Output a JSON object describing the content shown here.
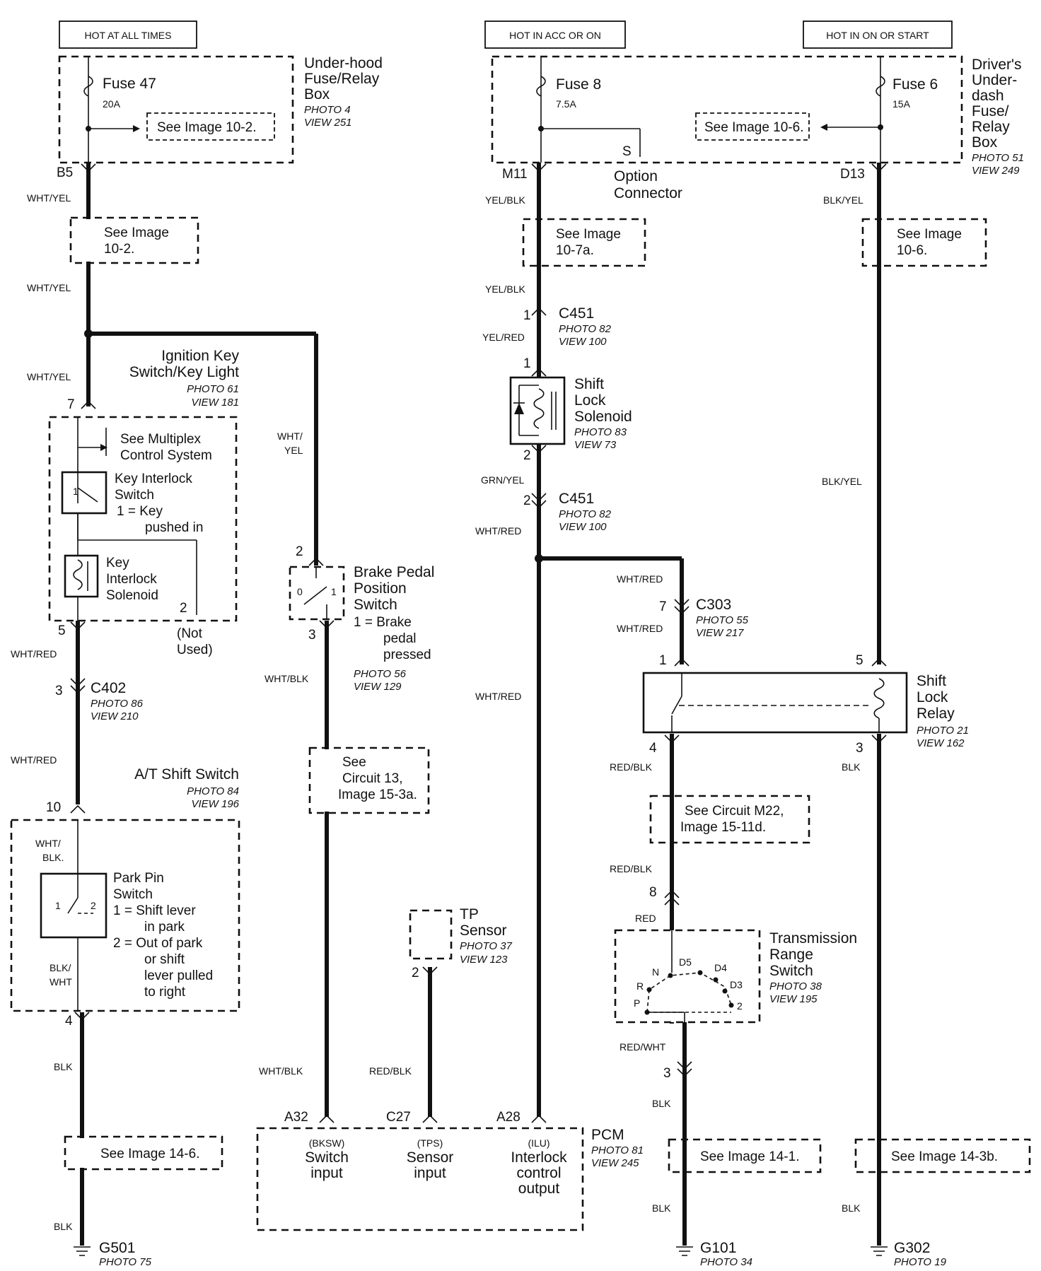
{
  "power_labels": {
    "hot_at_all_times": "HOT AT ALL TIMES",
    "hot_in_acc_or_on": "HOT IN ACC OR ON",
    "hot_in_on_or_start": "HOT IN ON OR START"
  },
  "underhood_box": {
    "name_lines": [
      "Under-hood",
      "Fuse/Relay",
      "Box"
    ],
    "photo": "PHOTO 4",
    "view": "VIEW 251",
    "fuse": "Fuse 47",
    "rating": "20A",
    "see_image": "See Image 10-2."
  },
  "underdash_box": {
    "name_lines": [
      "Driver's",
      "Under-",
      "dash",
      "Fuse/",
      "Relay",
      "Box"
    ],
    "photo": "PHOTO 51",
    "view": "VIEW 249",
    "fuse_a": "Fuse 8",
    "rating_a": "7.5A",
    "fuse_b": "Fuse 6",
    "rating_b": "15A",
    "see_image": "See Image 10-6.",
    "option_pin": "S",
    "option_lines": [
      "Option",
      "Connector"
    ]
  },
  "pins": {
    "b5": "B5",
    "m11": "M11",
    "d13": "D13",
    "ign_7": "7",
    "ign_5": "5",
    "ign_2": "2",
    "brake_2": "2",
    "brake_3": "3",
    "c402_3": "3",
    "at_10": "10",
    "at_4": "4",
    "c451_1": "1",
    "sol_1": "1",
    "sol_2": "2",
    "c451_2": "2",
    "c303_7": "7",
    "relay_1": "1",
    "relay_5": "5",
    "relay_4": "4",
    "relay_3": "3",
    "trs_8": "8",
    "trs_3": "3",
    "tp_2": "2",
    "pcm_a32": "A32",
    "pcm_c27": "C27",
    "pcm_a28": "A28"
  },
  "wires": {
    "wht_yel": "WHT/YEL",
    "wht_yel_split": [
      "WHT/",
      "YEL"
    ],
    "wht_red": "WHT/RED",
    "wht_blk": "WHT/BLK",
    "wht_blk_split": [
      "WHT/",
      "BLK."
    ],
    "blk_wht_split": [
      "BLK/",
      "WHT"
    ],
    "blk": "BLK",
    "blk_yel": "BLK/YEL",
    "yel_blk": "YEL/BLK",
    "yel_red": "YEL/RED",
    "grn_yel": "GRN/YEL",
    "red_blk": "RED/BLK",
    "red": "RED",
    "red_wht": "RED/WHT"
  },
  "refs": {
    "ref_10_2": [
      "See Image",
      "10-2."
    ],
    "ref_10_7a": [
      "See Image",
      "10-7a."
    ],
    "ref_10_6": [
      "See Image",
      "10-6."
    ],
    "ref_circuit_13": [
      "See",
      "Circuit 13,",
      "Image 15-3a."
    ],
    "ref_m22": [
      "See Circuit M22,",
      "Image 15-11d."
    ],
    "ref_14_6": "See Image 14-6.",
    "ref_14_1": "See Image 14-1.",
    "ref_14_3b": "See Image 14-3b."
  },
  "ignition": {
    "name_lines": [
      "Ignition Key",
      "Switch/Key Light"
    ],
    "photo": "PHOTO 61",
    "view": "VIEW 181",
    "multiplex_lines": [
      "See Multiplex",
      "Control System"
    ],
    "interlock_switch_lines": [
      "Key Interlock",
      "Switch"
    ],
    "interlock_note_lines": [
      "1 = Key",
      "pushed in"
    ],
    "solenoid_lines": [
      "Key",
      "Interlock",
      "Solenoid"
    ],
    "not_used_lines": [
      "(Not",
      "Used)"
    ],
    "switch_pos": "1"
  },
  "brake": {
    "name_lines": [
      "Brake Pedal",
      "Position",
      "Switch"
    ],
    "note_lines": [
      "1 = Brake",
      "pedal",
      "pressed"
    ],
    "photo": "PHOTO 56",
    "view": "VIEW 129",
    "pos0": "0",
    "pos1": "1"
  },
  "c402": {
    "name": "C402",
    "photo": "PHOTO 86",
    "view": "VIEW 210"
  },
  "at_shift": {
    "name": "A/T Shift Switch",
    "photo": "PHOTO 84",
    "view": "VIEW 196",
    "park_lines": [
      "Park Pin",
      "Switch"
    ],
    "note_lines": [
      "1 = Shift lever",
      "in park",
      "2 = Out of park",
      "or shift",
      "lever pulled",
      "to right"
    ],
    "pos1": "1",
    "pos2": "2"
  },
  "c451_top": {
    "name": "C451",
    "photo": "PHOTO 82",
    "view": "VIEW 100"
  },
  "c451_bottom": {
    "name": "C451",
    "photo": "PHOTO 82",
    "view": "VIEW 100"
  },
  "shift_lock_solenoid": {
    "name_lines": [
      "Shift",
      "Lock",
      "Solenoid"
    ],
    "photo": "PHOTO 83",
    "view": "VIEW 73"
  },
  "c303": {
    "name": "C303",
    "photo": "PHOTO 55",
    "view": "VIEW 217"
  },
  "shift_lock_relay": {
    "name_lines": [
      "Shift",
      "Lock",
      "Relay"
    ],
    "photo": "PHOTO 21",
    "view": "VIEW 162"
  },
  "trs": {
    "name_lines": [
      "Transmission",
      "Range",
      "Switch"
    ],
    "photo": "PHOTO 38",
    "view": "VIEW 195",
    "positions": [
      "P",
      "R",
      "N",
      "D5",
      "D4",
      "D3",
      "2"
    ]
  },
  "tp_sensor": {
    "name_lines": [
      "TP",
      "Sensor"
    ],
    "photo": "PHOTO 37",
    "view": "VIEW 123"
  },
  "pcm": {
    "name": "PCM",
    "photo": "PHOTO 81",
    "view": "VIEW 245",
    "bksw_tag": "(BKSW)",
    "bksw_lines": [
      "Switch",
      "input"
    ],
    "tps_tag": "(TPS)",
    "tps_lines": [
      "Sensor",
      "input"
    ],
    "ilu_tag": "(ILU)",
    "ilu_lines": [
      "Interlock",
      "control",
      "output"
    ]
  },
  "grounds": {
    "g501": {
      "name": "G501",
      "photo": "PHOTO 75"
    },
    "g101": {
      "name": "G101",
      "photo": "PHOTO 34"
    },
    "g302": {
      "name": "G302",
      "photo": "PHOTO 19"
    }
  }
}
